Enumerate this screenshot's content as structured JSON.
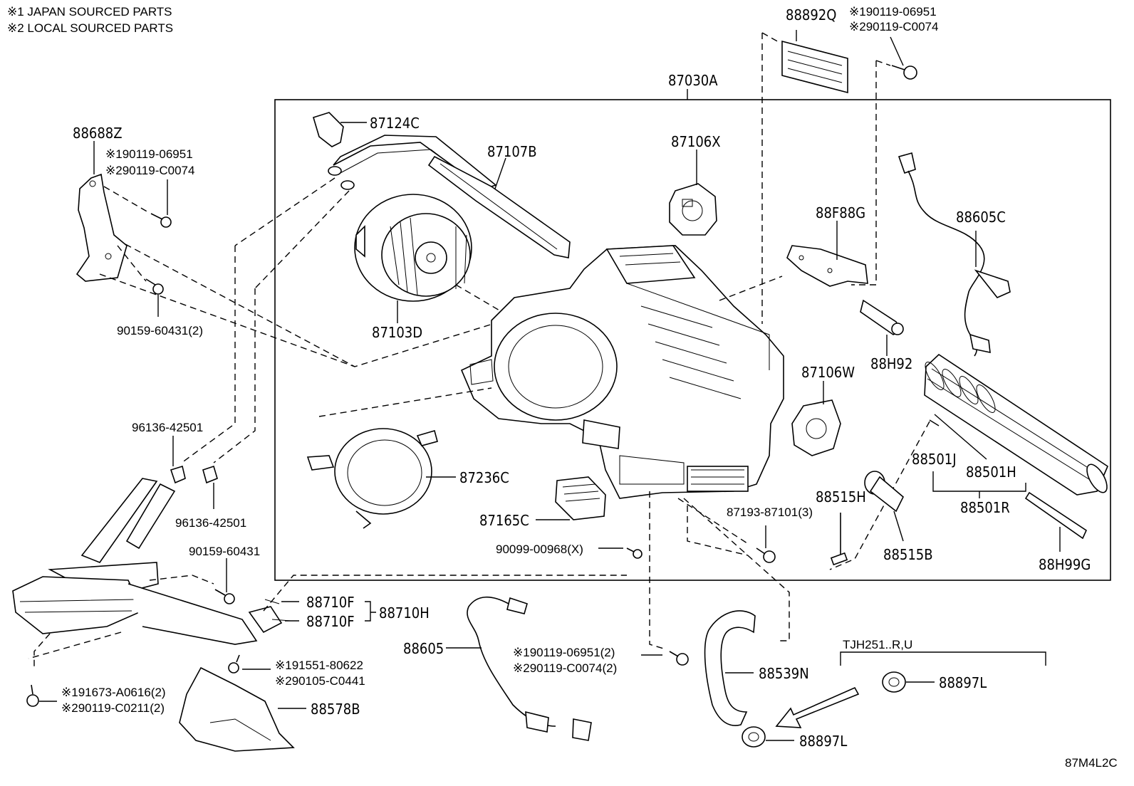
{
  "notes": [
    "※1 JAPAN SOURCED PARTS",
    "※2 LOCAL SOURCED PARTS"
  ],
  "diagram_code": "87M4L2C",
  "callouts": {
    "p87030A": "87030A",
    "p88892Q": "88892Q",
    "p88892Q_s1": "※190119-06951",
    "p88892Q_s2": "※290119-C0074",
    "p88688Z": "88688Z",
    "p88688Z_s1": "※190119-06951",
    "p88688Z_s2": "※290119-C0074",
    "p90159_2": "90159-60431(2)",
    "p87124C": "87124C",
    "p87107B": "87107B",
    "p87106X": "87106X",
    "p87103D": "87103D",
    "p88F88G": "88F88G",
    "p88605C": "88605C",
    "p88H92": "88H92",
    "p87106W": "87106W",
    "p88501J": "88501J",
    "p88501H": "88501H",
    "p88501R": "88501R",
    "p88515H": "88515H",
    "p88515B": "88515B",
    "p88H99G": "88H99G",
    "p87236C": "87236C",
    "p87165C": "87165C",
    "p90099": "90099-00968(X)",
    "p87193": "87193-87101(3)",
    "p96136_a": "96136-42501",
    "p96136_b": "96136-42501",
    "p90159_1": "90159-60431",
    "p88710F_a": "88710F",
    "p88710F_b": "88710F",
    "p88710H": "88710H",
    "p88605": "88605",
    "p88605_s1": "※190119-06951(2)",
    "p88605_s2": "※290119-C0074(2)",
    "p88539N": "88539N",
    "p191551": "※191551-80622",
    "p290105": "※290105-C0441",
    "p191673": "※191673-A0616(2)",
    "p290119_c0211": "※290119-C0211(2)",
    "p88578B": "88578B",
    "tjh_label": "TJH251..R,U",
    "p88897L_a": "88897L",
    "p88897L_b": "88897L"
  }
}
